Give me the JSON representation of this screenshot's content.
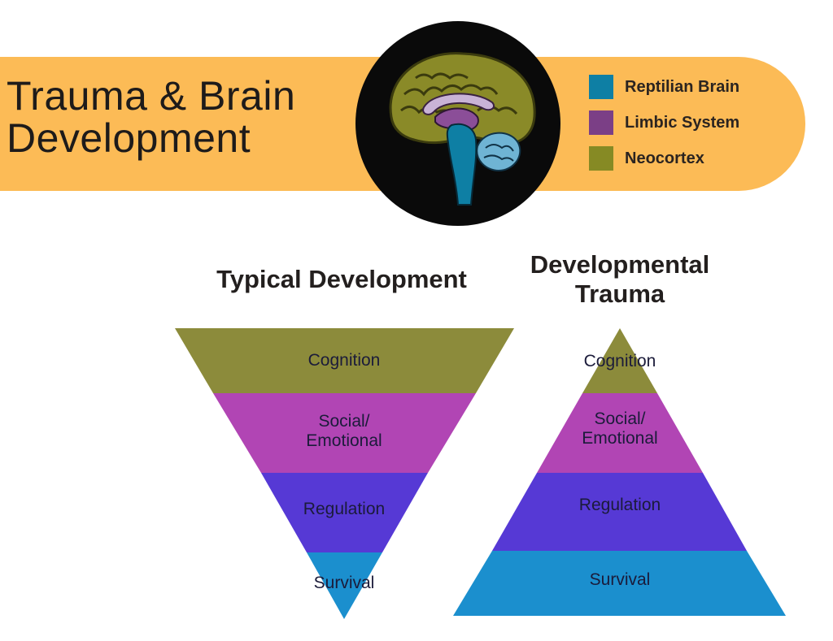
{
  "header": {
    "title": "Trauma & Brain\nDevelopment",
    "banner_color": "#fcbb56"
  },
  "legend": [
    {
      "label": "Reptilian Brain",
      "color": "#0e7fa4"
    },
    {
      "label": "Limbic System",
      "color": "#7b3f86"
    },
    {
      "label": "Neocortex",
      "color": "#868a24"
    }
  ],
  "brain_icon": "brain-sagittal-icon",
  "typical": {
    "title": "Typical Development",
    "layers": {
      "cognition": "Cognition",
      "social": "Social/\nEmotional",
      "regulation": "Regulation",
      "survival": "Survival"
    }
  },
  "trauma": {
    "title": "Developmental\nTrauma",
    "layers": {
      "cognition": "Cognition",
      "social": "Social/\nEmotional",
      "regulation": "Regulation",
      "survival": "Survival"
    }
  },
  "layer_colors": {
    "cognition": "#8c8b3b",
    "social": "#b145b4",
    "regulation": "#5639d5",
    "survival": "#1b8fce"
  }
}
